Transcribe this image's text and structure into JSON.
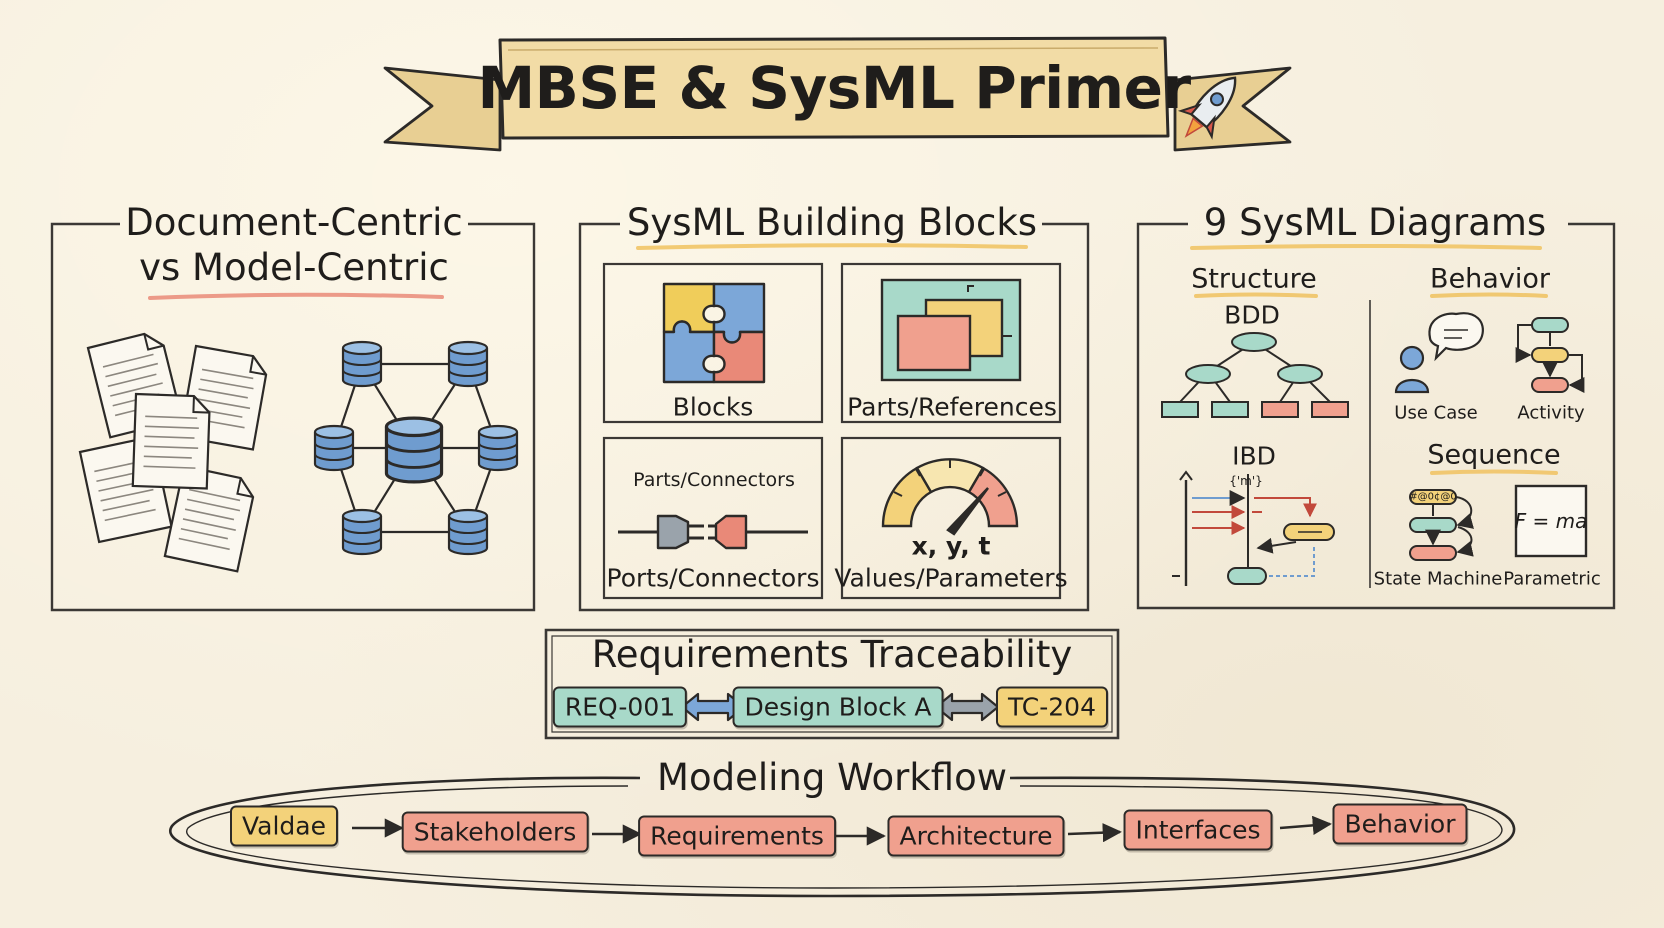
{
  "title": "MBSE & SysML Primer",
  "panels": {
    "doc_vs_model": {
      "title_line1": "Document-Centric",
      "title_line2": "vs Model-Centric"
    },
    "building_blocks": {
      "title": "SysML Building Blocks",
      "cells": [
        {
          "label": "Blocks"
        },
        {
          "label": "Parts/References"
        },
        {
          "top_label": "Parts/Connectors",
          "label": "Ports/Connectors"
        },
        {
          "top_label": "x, y, t",
          "label": "Values/Parameters"
        }
      ]
    },
    "diagrams": {
      "title": "9 SysML Diagrams",
      "structure": {
        "heading": "Structure",
        "bdd": "BDD",
        "ibd": "IBD",
        "ibd_tag": "{'m'}"
      },
      "behavior": {
        "heading": "Behavior",
        "use_case": "Use Case",
        "activity": "Activity",
        "sequence": "Sequence",
        "state_machine": "State Machine",
        "state_tag": "#@0¢@0",
        "parametric": "Parametric",
        "formula": "F = ma"
      }
    }
  },
  "traceability": {
    "title": "Requirements Traceability",
    "items": [
      "REQ-001",
      "Design Block A",
      "TC-204"
    ]
  },
  "workflow": {
    "title": "Modeling Workflow",
    "steps": [
      "Valdae",
      "Stakeholders",
      "Requirements",
      "Architecture",
      "Interfaces",
      "Behavior"
    ]
  },
  "colors": {
    "paper": "#f6efdf",
    "ink": "#2c2a28",
    "yellow": "#f3d27a",
    "coral": "#f0a08e",
    "teal": "#a8d9c9",
    "blue": "#6f9ccf",
    "banner": "#f2dca6"
  }
}
